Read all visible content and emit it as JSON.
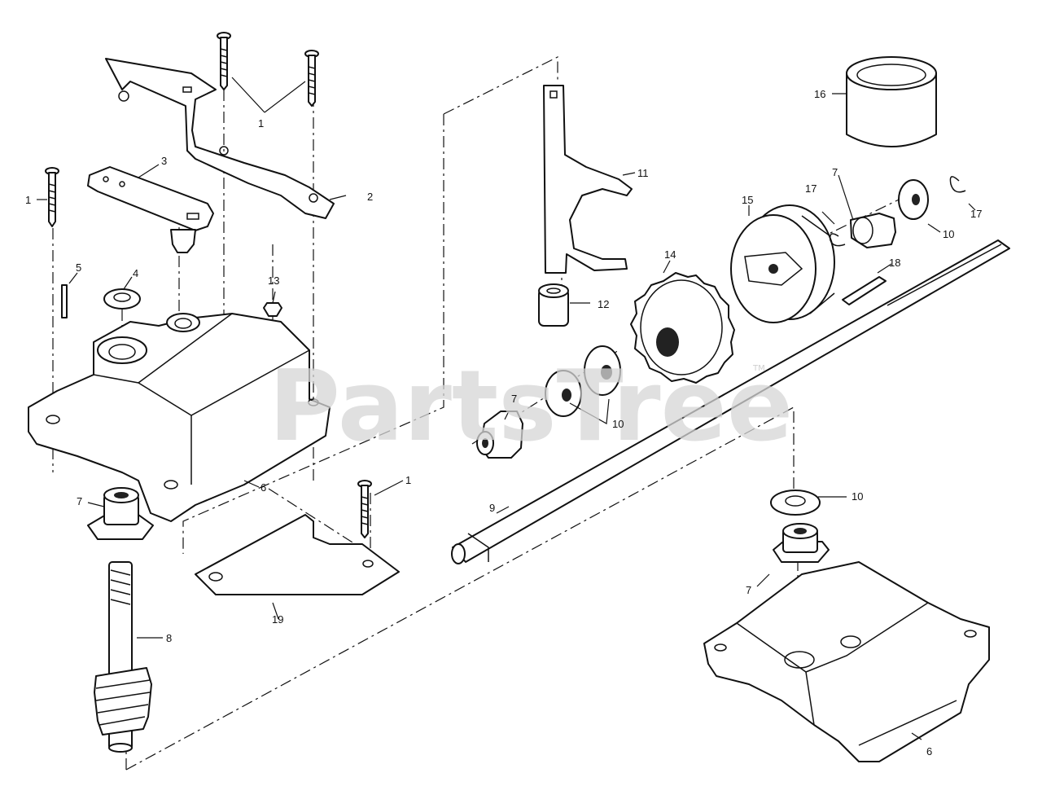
{
  "watermark": {
    "text": "PartsTree",
    "trademark": "TM"
  },
  "callouts": {
    "c1a": "1",
    "c1b": "1",
    "c1c": "1",
    "c2": "2",
    "c3": "3",
    "c4": "4",
    "c5": "5",
    "c6a": "6",
    "c6b": "6",
    "c7a": "7",
    "c7b": "7",
    "c7c": "7",
    "c7d": "7",
    "c8": "8",
    "c9": "9",
    "c10a": "10",
    "c10b": "10",
    "c10c": "10",
    "c11": "11",
    "c12": "12",
    "c13": "13",
    "c14": "14",
    "c15": "15",
    "c16": "16",
    "c17a": "17",
    "c17b": "17",
    "c18": "18",
    "c19": "19"
  }
}
